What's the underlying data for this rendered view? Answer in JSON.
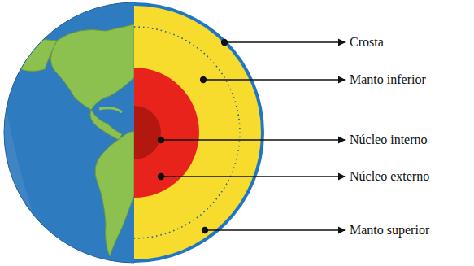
{
  "diagram": {
    "labels": [
      "Crosta",
      "Manto inferior",
      "Núcleo interno",
      "Núcleo externo",
      "Manto superior"
    ]
  }
}
